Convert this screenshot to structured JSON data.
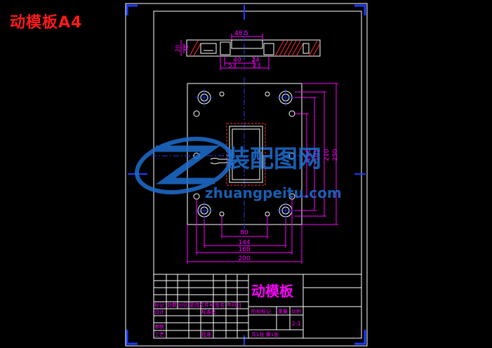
{
  "page_title": "动模板A4",
  "top_view": {
    "dims": {
      "d_48_5": "48.5",
      "d_40": "40",
      "d_24": "24",
      "d_53": "53",
      "d_23": "23",
      "side_a": "20",
      "side_b": "40"
    }
  },
  "plan_view": {
    "dims": {
      "w_80": "80",
      "w_144": "144",
      "w_168": "168",
      "w_200": "200",
      "h_146": "146",
      "h_191": "191",
      "h_210": "210",
      "h_250": "250"
    }
  },
  "watermark": {
    "brand": "装配图网",
    "url": "zhuangpeitu.com"
  },
  "title_block": {
    "part_name": "动模板",
    "scale_value": "2:1",
    "labels": {
      "mark": "标记",
      "count": "处数",
      "zone": "分区",
      "change_doc": "更改文件号",
      "signature": "签名",
      "date": "年月日",
      "designer": "设计",
      "standardize": "标准化",
      "review": "审核",
      "process": "工艺",
      "approve": "批准",
      "stage_mark": "阶段标记",
      "weight": "重量",
      "scale": "比例",
      "sheets": "共1张  第1张"
    }
  },
  "colors": {
    "background": "#000000",
    "frame": "#ffffff",
    "dimension": "#ff00ff",
    "centerline": "#0000ff",
    "marker": "#1a3cff",
    "title": "#ff1a1a",
    "watermark": "#1e6fd0"
  }
}
